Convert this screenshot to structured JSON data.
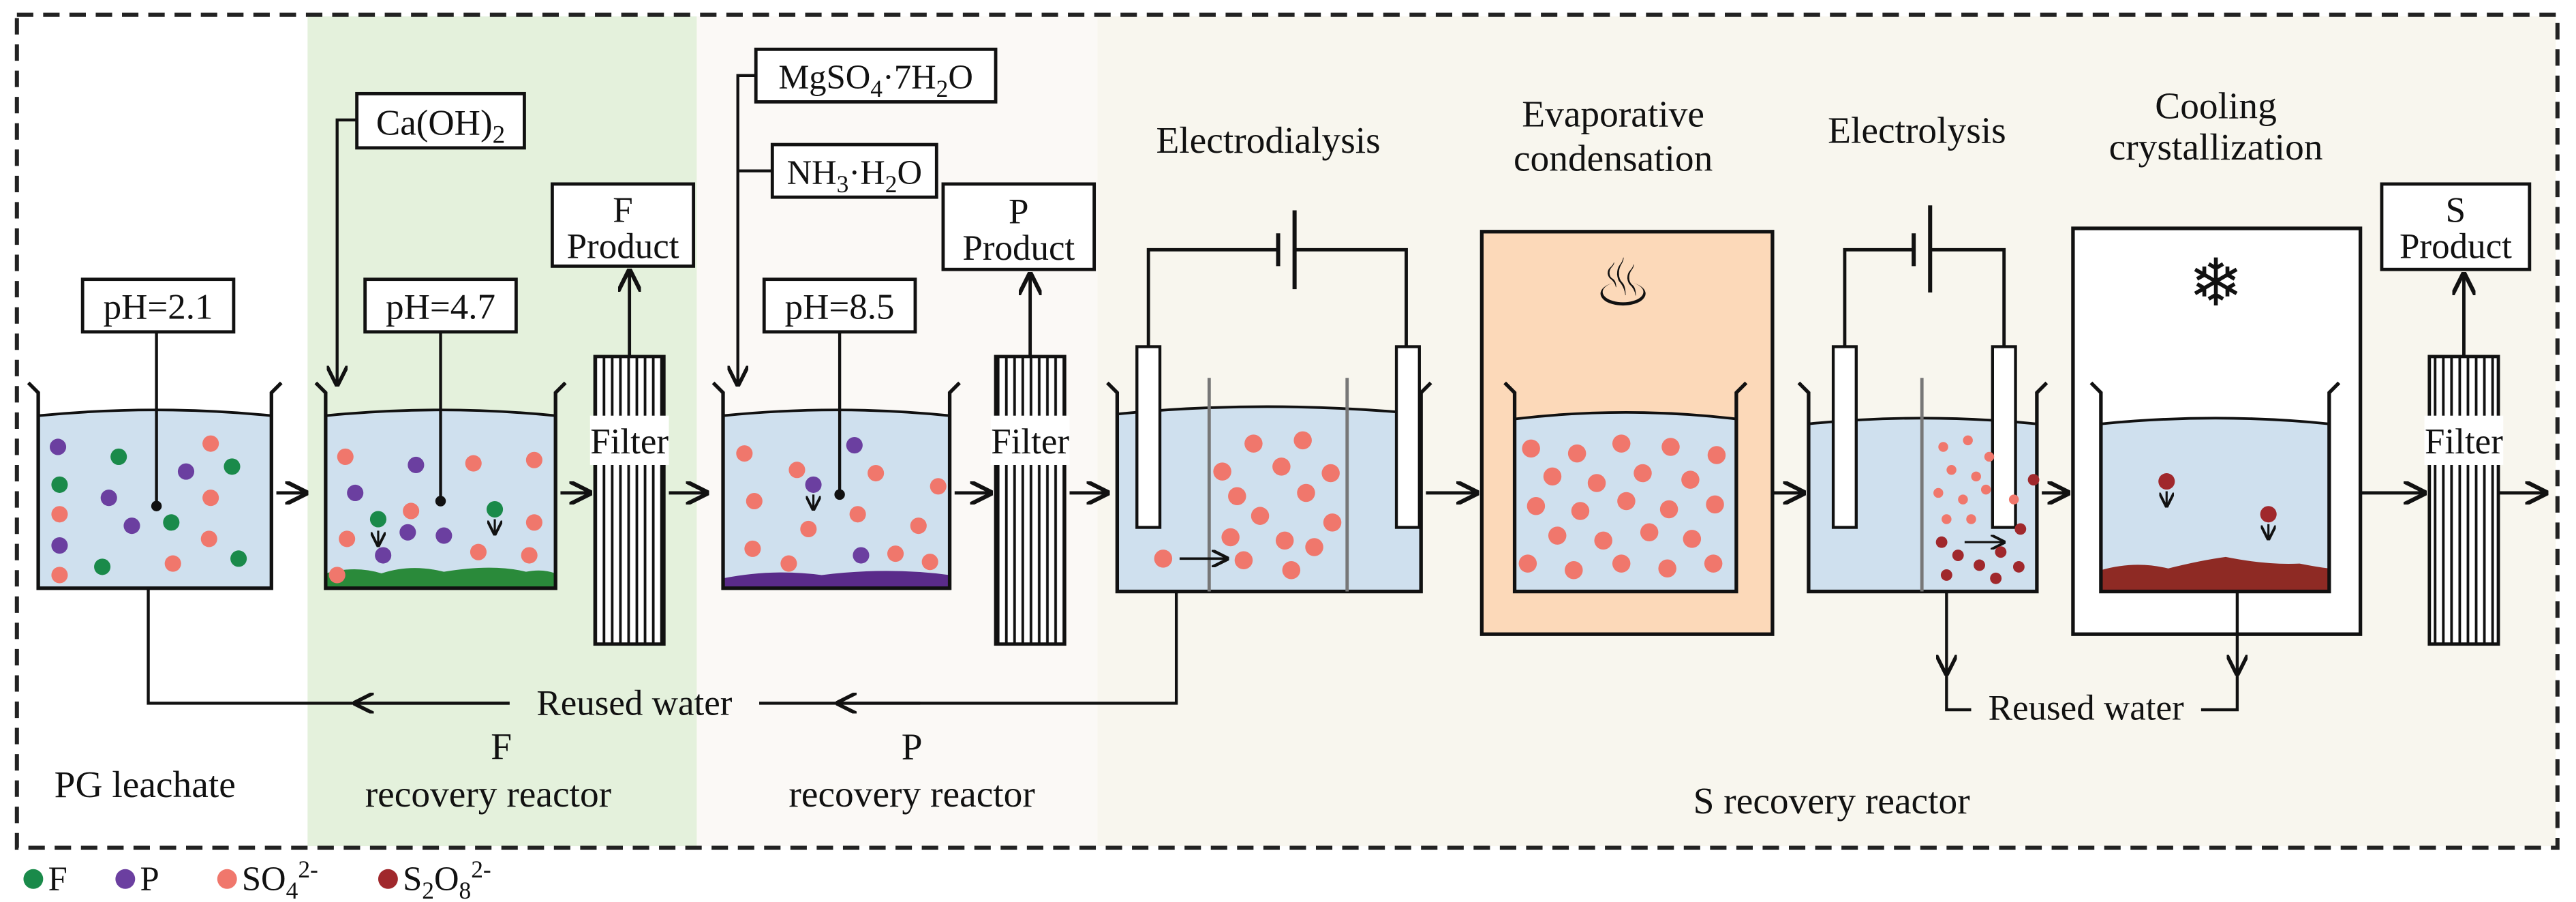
{
  "labels": {
    "ca_oh2": "Ca(OH)",
    "ca_oh2_sub": "2",
    "mgso4_a": "MgSO",
    "mgso4_a_sub": "4",
    "mgso4_b": "·7H",
    "mgso4_b_sub": "2",
    "mgso4_c": "O",
    "nh3_a": "NH",
    "nh3_a_sub": "3",
    "nh3_b": "·H",
    "nh3_b_sub": "2",
    "nh3_c": "O",
    "ph_1": "pH=2.1",
    "ph_2": "pH=4.7",
    "ph_3": "pH=8.5",
    "f_product_line1": "F",
    "f_product_line2": "Product",
    "p_product_line1": "P",
    "p_product_line2": "Product",
    "s_product_line1": "S",
    "s_product_line2": "Product",
    "filter": "Filter",
    "electrodialysis": "Electrodialysis",
    "evaporative_line1": "Evaporative",
    "evaporative_line2": "condensation",
    "electrolysis": "Electrolysis",
    "cooling_line1": "Cooling",
    "cooling_line2": "crystallization",
    "reused_water": "Reused water",
    "pg_leachate": "PG leachate",
    "f_reactor_line1": "F",
    "f_reactor_line2": "recovery reactor",
    "p_reactor_line1": "P",
    "p_reactor_line2": "recovery reactor",
    "s_reactor": "S recovery reactor",
    "heat_symbol": "♨",
    "snowflake_symbol": "❄"
  },
  "legend": [
    {
      "text": "F",
      "sup": "",
      "color": "#1a8a4a"
    },
    {
      "text": "P",
      "sup": "",
      "color": "#6b3fa0"
    },
    {
      "text": "SO",
      "sub": "4",
      "sup": "2-",
      "color": "#f0776c"
    },
    {
      "text": "S",
      "sub": "2",
      "text2": "O",
      "sub2": "8",
      "sup": "2-",
      "color": "#a0282c"
    }
  ],
  "colors": {
    "water": "#cfe0ee",
    "f_zone": "#e4f1dc",
    "p_zone": "#fbf9f6",
    "s_zone": "#f8f6ee",
    "evap_box": "#fcd9b9",
    "fluoride": "#1a8a4a",
    "phosphate": "#6b3fa0",
    "sulfate": "#f0776c",
    "persulfate": "#a0282c",
    "sediment_green": "#2a8a3a",
    "sediment_purple": "#5a2b8a",
    "sediment_red": "#8e2a24"
  }
}
